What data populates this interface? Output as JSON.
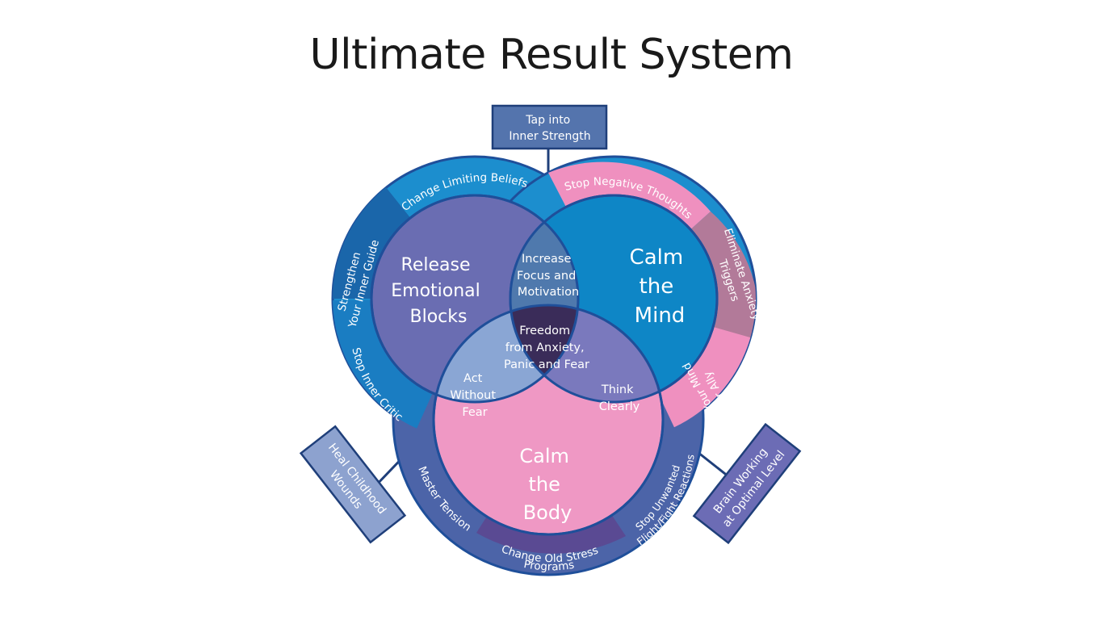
{
  "title": "Ultimate Result System",
  "colors": {
    "outer_stroke": "#1f4f9a",
    "lavender": "#6a6db2",
    "blue": "#0e86c6",
    "pink": "#ef98c4",
    "light_blue": "#8aa6d4",
    "purple_overlap": "#7a79bd",
    "slate_overlap": "#4f79ad",
    "center": "#3a2c59",
    "ring_dark_blue": "#1a66aa",
    "ring_light_blue": "#1c8ece",
    "ring_pink": "#ef90bf",
    "ring_mauve": "#b27a99",
    "ring_violet": "#5a4a93",
    "ring_steel": "#4c64a8",
    "box_steel": "#5474ad",
    "box_lightblue": "#8da2cf",
    "box_violet": "#6c6cb5"
  },
  "circles": {
    "emotional": {
      "lines": [
        "Release",
        "Emotional",
        "Blocks"
      ]
    },
    "mind": {
      "lines": [
        "Calm",
        "the",
        "Mind"
      ]
    },
    "body": {
      "lines": [
        "Calm",
        "the",
        "Body"
      ]
    }
  },
  "overlaps": {
    "top": {
      "lines": [
        "Increase",
        "Focus and",
        "Motivation"
      ]
    },
    "left": {
      "lines": [
        "Act",
        "Without",
        "Fear"
      ]
    },
    "right": {
      "lines": [
        "Think",
        "Clearly"
      ]
    },
    "center": {
      "lines": [
        "Freedom",
        "from Anxiety,",
        "Panic and Fear"
      ]
    }
  },
  "ring_labels": {
    "change_limiting_beliefs": "Change Limiting Beliefs",
    "strengthen_inner_guide": [
      "Strengthen",
      "Your Inner Guide"
    ],
    "stop_inner_critic": "Stop Inner Critic",
    "stop_negative_thoughts": "Stop Negative Thoughts",
    "eliminate_anxiety_triggers": [
      "Eliminate Anxiety",
      "Triggers"
    ],
    "make_your_mind_your_ally": [
      "Make Your Mind",
      "Your Ally"
    ],
    "master_tension": "Master Tension",
    "change_old_stress_programs": [
      "Change Old Stress",
      "Programs"
    ],
    "stop_unwanted_reactions": [
      "Stop Unwanted",
      "Flight/Fight Reactions"
    ]
  },
  "callouts": {
    "inner_strength": [
      "Tap into",
      "Inner Strength"
    ],
    "childhood_wounds": [
      "Heal Childhood",
      "Wounds"
    ],
    "brain_working": [
      "Brain Working",
      "at Optimal Level"
    ]
  }
}
